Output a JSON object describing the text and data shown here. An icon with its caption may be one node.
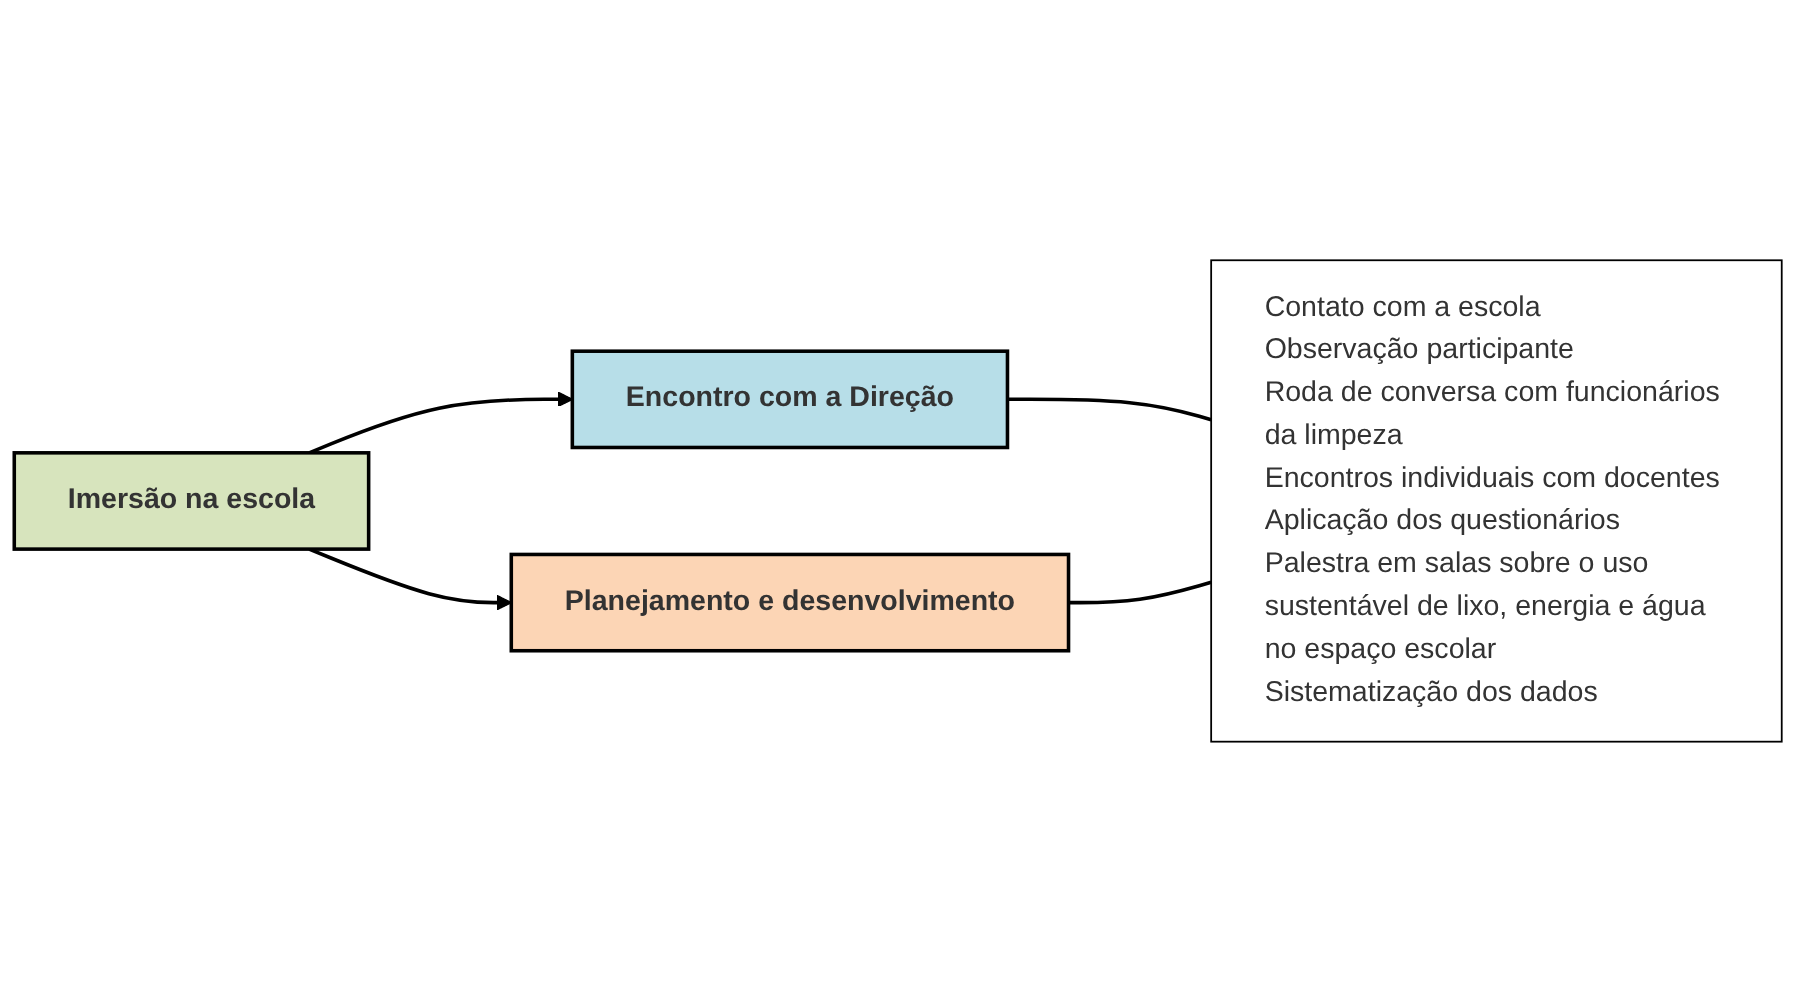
{
  "diagram": {
    "nodes": [
      {
        "text": [
          "Imersão na escola"
        ]
      },
      {
        "text": [
          "Encontro com a Direção"
        ]
      },
      {
        "text": [
          "Planejamento e desenvolvimento"
        ]
      },
      {
        "text": [
          "Contato com a escola",
          "Observação participante",
          "Roda de conversa com funcionários da limpeza",
          "Encontros individuais com docentes",
          "Aplicação dos questionários",
          "Palestra em salas sobre o uso sustentável de lixo, energia e água no espaço escolar",
          "Sistematização dos dados"
        ]
      }
    ],
    "edges": [
      {
        "from": 0,
        "to": 1,
        "arrow": "to"
      },
      {
        "from": 0,
        "to": 2,
        "arrow": "to"
      },
      {
        "from": 1,
        "to": 3,
        "arrow": "none"
      },
      {
        "from": 2,
        "to": 3,
        "arrow": "none"
      }
    ]
  }
}
